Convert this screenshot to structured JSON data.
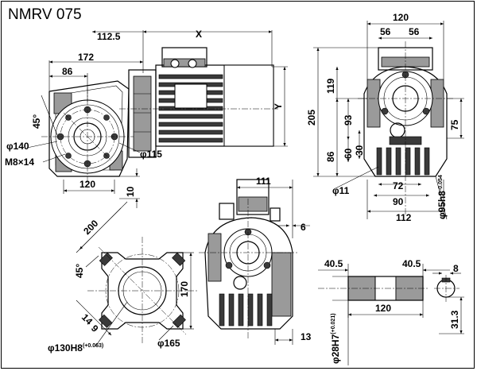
{
  "title": "NMRV 075",
  "dims": {
    "d_120_top": "120",
    "d_56_l": "56",
    "d_56_r": "56",
    "d_112_5": "112.5",
    "d_X": "X",
    "d_172": "172",
    "d_86_top": "86",
    "d_45_left": "45°",
    "d_Y": "Y",
    "d_140": "φ140",
    "d_M8x14": "M8×14",
    "d_115": "φ115",
    "d_120_bottom": "120",
    "d_10": "10",
    "d_205": "205",
    "d_119": "119",
    "d_86_right": "86",
    "d_93": "93",
    "d_60": "60",
    "d_30": "30",
    "d_75": "75",
    "d_11": "φ11",
    "d_72": "72",
    "d_90": "90",
    "d_112": "112",
    "d_95h8": "φ95h8",
    "d_95h8_tol": "-0.054",
    "d_111": "111",
    "d_6": "6",
    "d_200": "200",
    "d_45_flange": "45°",
    "d_170": "170",
    "d_14": "14",
    "d_9": "9",
    "d_130": "φ130H8",
    "d_130_tol": "(+0.063)",
    "d_165": "φ165",
    "d_13": "13",
    "d_40_5_l": "40.5",
    "d_40_5_r": "40.5",
    "d_120_shaft": "120",
    "d_8": "8",
    "d_28H7": "φ28H7",
    "d_28H7_tol": "(+0.021)",
    "d_31_3": "31.3"
  }
}
